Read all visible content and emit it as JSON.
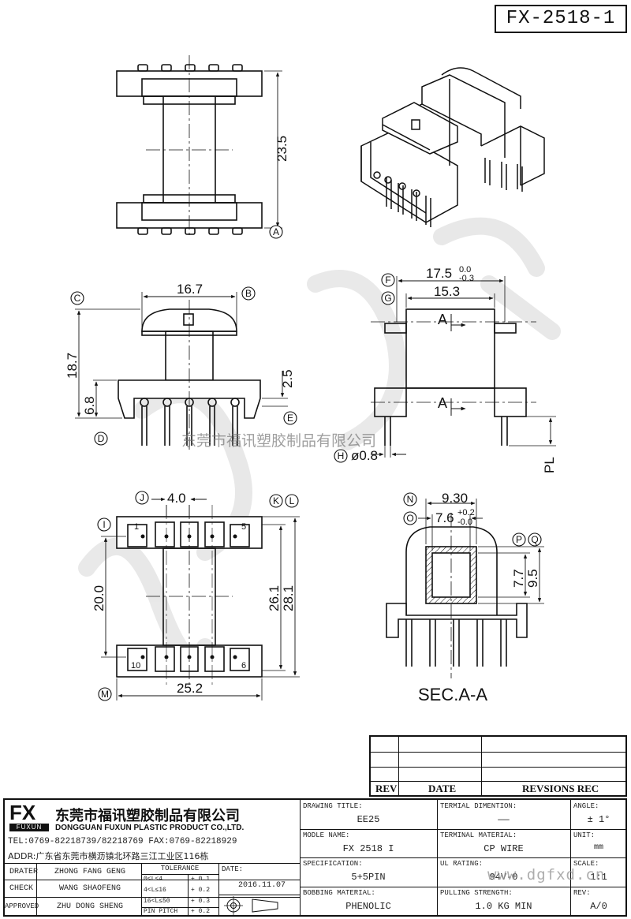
{
  "drawing_number": "FX-2518-1",
  "dimensions": {
    "height_total": "23.5",
    "flange_width": "16.7",
    "height_body": "18.7",
    "base_height": "6.8",
    "pin_offset": "2.5",
    "outer_width": "17.5",
    "tol_outer_upper": "0.0",
    "tol_outer_lower": "-0.3",
    "inner_width": "15.3",
    "pin_diameter": "ø0.8",
    "pin_length_label": "PL",
    "pin_pitch": "4.0",
    "row_spacing": "20.0",
    "length_1": "26.1",
    "length_2": "28.1",
    "base_length": "25.2",
    "core_width": "9.30",
    "core_inner": "7.6",
    "tol_core_upper": "+0.2",
    "tol_core_lower": "-0.0",
    "core_depth": "7.7",
    "core_depth_outer": "9.5"
  },
  "datum_labels": [
    "A",
    "B",
    "C",
    "D",
    "E",
    "F",
    "G",
    "H",
    "I",
    "J",
    "K",
    "L",
    "M",
    "N",
    "O",
    "P",
    "Q"
  ],
  "section_marks": {
    "top": "A",
    "bottom": "A"
  },
  "section_title": "SEC.A-A",
  "pin_numbers": {
    "top_left": "1",
    "top_right": "5",
    "bottom_left": "10",
    "bottom_right": "6"
  },
  "watermark_text": "东莞市福讯塑胶制品有限公司",
  "watermark_url": "www.dgfxd.cn",
  "revision_table": {
    "col1": "REV",
    "col2": "DATE",
    "col3": "REVSIONS REC"
  },
  "company": {
    "logo": "FX",
    "logo_sub": "FUXUN",
    "name_cn": "东莞市福讯塑胶制品有限公司",
    "name_en": "DONGGUAN FUXUN PLASTIC PRODUCT CO.,LTD.",
    "tel": "TEL:0769-82218739/82218769 FAX:0769-82218929",
    "addr": "ADDR:广东省东莞市横沥镇北环路三江工业区116栋"
  },
  "approvals": [
    {
      "role": "DRATER",
      "name": "ZHONG FANG GENG"
    },
    {
      "role": "CHECK",
      "name": "WANG SHAOFENG"
    },
    {
      "role": "APPROVED",
      "name": "ZHU DONG SHENG"
    }
  ],
  "tolerance": {
    "title": "TOLERANCE",
    "rows": [
      {
        "range": "0<L≤4",
        "value": "+ 0.1"
      },
      {
        "range": "4<L≤16",
        "value": "+ 0.2"
      },
      {
        "range": "16<L≤50",
        "value": "+ 0.3"
      },
      {
        "range": "PIN PITCH",
        "value": "+ 0.2"
      }
    ]
  },
  "date": {
    "label": "DATE:",
    "value": "2016.11.07"
  },
  "fields": {
    "drawing_title": {
      "label": "DRAWING TITLE:",
      "value": "EE25"
    },
    "terminal_dimension": {
      "label": "TERMIAL DIMENTION:",
      "value": "——"
    },
    "angle": {
      "label": "ANGLE:",
      "value": "± 1°"
    },
    "model_name": {
      "label": "MODLE NAME:",
      "value": "FX 2518 I"
    },
    "terminal_material": {
      "label": "TERMINAL MATERIAL:",
      "value": "CP WIRE"
    },
    "unit": {
      "label": "UNIT:",
      "value": "mm"
    },
    "specification": {
      "label": "SPECIFICATION:",
      "value": "5+5PIN"
    },
    "ul_rating": {
      "label": "UL RATING:",
      "value": "94V-0"
    },
    "scale": {
      "label": "SCALE:",
      "value": "1:1"
    },
    "bobbing_material": {
      "label": "BOBBING MATERIAL:",
      "value": "PHENOLIC"
    },
    "pulling_strength": {
      "label": "PULLING STRENGTH:",
      "value": "1.0 KG MIN"
    },
    "rev": {
      "label": "REV:",
      "value": "A/0"
    }
  }
}
